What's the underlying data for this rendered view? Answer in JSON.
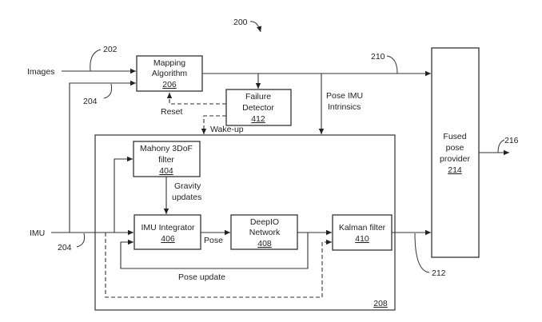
{
  "figure": {
    "ref": "200",
    "inputs": {
      "images": "Images",
      "imu": "IMU"
    },
    "refs": {
      "images_line": "202",
      "imu_line_top": "204",
      "imu_line_bottom": "204",
      "mapping_output": "210",
      "kalman_output": "212",
      "fused_output": "216",
      "subsystem": "208"
    },
    "blocks": {
      "mapping": {
        "line1": "Mapping",
        "line2": "Algorithm",
        "ref": "206"
      },
      "failure": {
        "line1": "Failure",
        "line2": "Detector",
        "ref": "412"
      },
      "mahony": {
        "line1": "Mahony 3DoF",
        "line2": "filter",
        "ref": "404"
      },
      "integrator": {
        "line1": "IMU Integrator",
        "ref": "406"
      },
      "deepio": {
        "line1": "DeepIO",
        "line2": "Network",
        "ref": "408"
      },
      "kalman": {
        "line1": "Kalman filter",
        "ref": "410"
      },
      "fused": {
        "line1": "Fused",
        "line2": "pose",
        "line3": "provider",
        "ref": "214"
      }
    },
    "labels": {
      "reset": "Reset",
      "wakeup": "Wake-up",
      "pose_imu_1": "Pose IMU",
      "pose_imu_2": "Intrinsics",
      "gravity_1": "Gravity",
      "gravity_2": "updates",
      "pose": "Pose",
      "pose_update": "Pose update"
    }
  }
}
